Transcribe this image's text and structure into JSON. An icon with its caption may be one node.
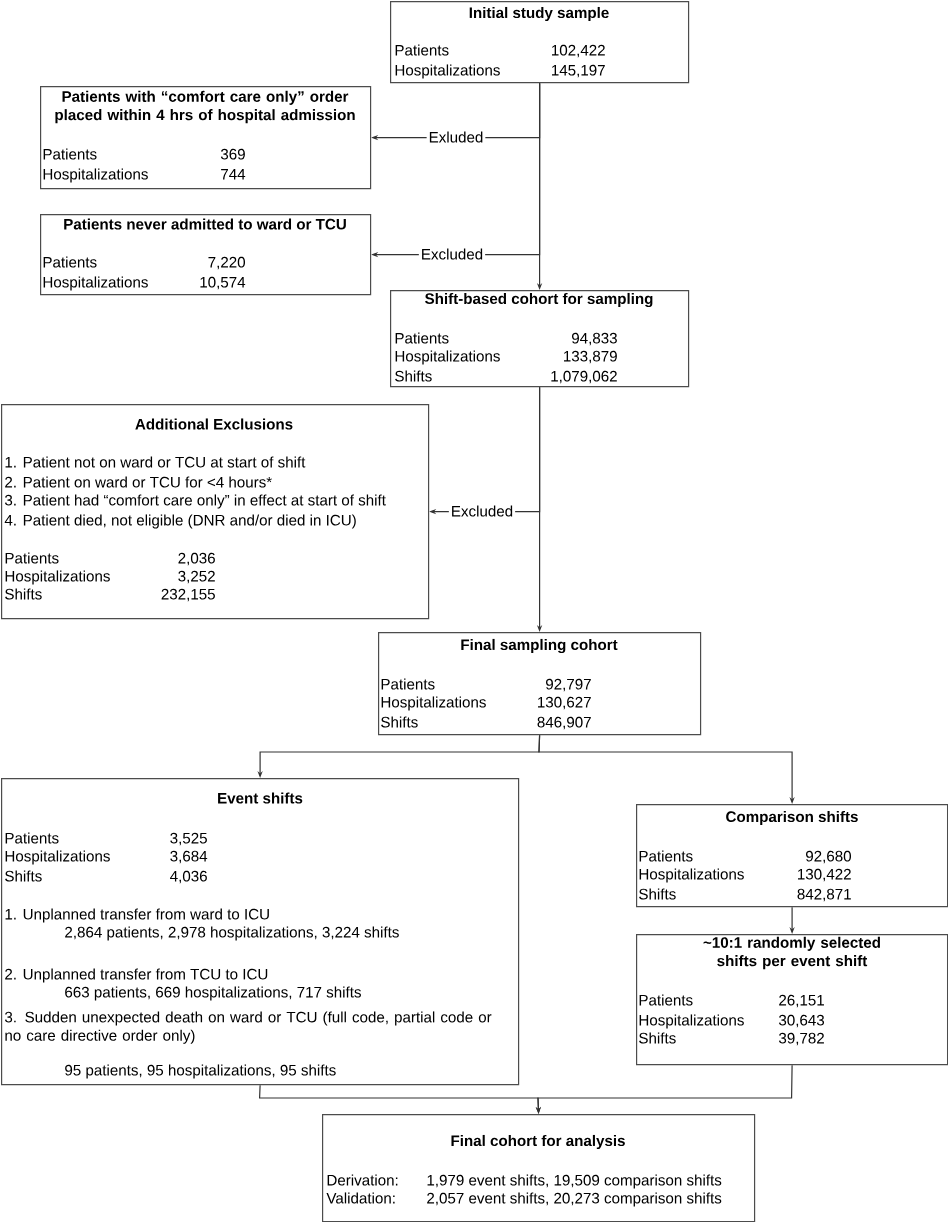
{
  "diagram": {
    "nodes": [
      {
        "text": [
          "Initial study sample",
          "Patients",
          "102,422",
          "Hospitalizations",
          "145,197"
        ]
      },
      {
        "text": [
          "Patients with “comfort care only” order placed within 4 hrs of hospital admission",
          "Patients",
          "369",
          "Hospitalizations",
          "744"
        ]
      },
      {
        "text": [
          "Patients never admitted to ward or TCU",
          "Patients",
          "7,220",
          "Hospitalizations",
          "10,574"
        ]
      },
      {
        "text": [
          "Shift-based cohort for sampling",
          "Patients",
          "94,833",
          "Hospitalizations",
          "133,879",
          "Shifts",
          "1,079,062"
        ]
      },
      {
        "text": [
          "Additional Exclusions",
          "1.  Patient not on ward or TCU at start of shift",
          "2.  Patient on ward or TCU for <4 hours*",
          "3.  Patient had “comfort care only” in effect at start of shift",
          "4.  Patient died, not eligible (DNR and/or died in ICU)",
          "Patients",
          "2,036",
          "Hospitalizations",
          "3,252",
          "Shifts",
          "232,155"
        ]
      },
      {
        "text": [
          "Final sampling cohort",
          "Patients",
          "92,797",
          "Hospitalizations",
          "130,627",
          "Shifts",
          "846,907"
        ]
      },
      {
        "text": [
          "Event shifts",
          "Patients",
          "3,525",
          "Hospitalizations",
          "3,684",
          "Shifts",
          "4,036",
          "1.  Unplanned transfer from ward to ICU",
          "2,864 patients, 2,978 hospitalizations, 3,224 shifts",
          "2.  Unplanned transfer from TCU to ICU",
          "663 patients, 669 hospitalizations, 717 shifts",
          "3.  Sudden unexpected death on ward or TCU (full code, partial code or no care directive order only)",
          "95 patients, 95 hospitalizations, 95 shifts"
        ]
      },
      {
        "text": [
          "Comparison shifts",
          "Patients",
          "92,680",
          "Hospitalizations",
          "130,422",
          "Shifts",
          "842,871"
        ]
      },
      {
        "text": [
          "~10:1 randomly selected shifts per event shift",
          "Patients",
          "26,151",
          "Hospitalizations",
          "30,643",
          "Shifts",
          "39,782"
        ]
      },
      {
        "text": [
          "Final cohort for analysis",
          "Derivation:",
          "1,979 event shifts, 19,509 comparison shifts",
          "Validation:",
          "2,057 event shifts, 20,273 comparison shifts"
        ]
      }
    ],
    "edges": [
      {
        "from": 0,
        "to": 1,
        "arrow": "to",
        "label": "Exluded"
      },
      {
        "from": 0,
        "to": 2,
        "arrow": "to",
        "label": "Excluded"
      },
      {
        "from": 0,
        "to": 3,
        "arrow": "to"
      },
      {
        "from": 3,
        "to": 4,
        "arrow": "to",
        "label": "Excluded"
      },
      {
        "from": 3,
        "to": 5,
        "arrow": "to"
      },
      {
        "from": 5,
        "to": 6,
        "arrow": "to"
      },
      {
        "from": 5,
        "to": 7,
        "arrow": "to"
      },
      {
        "from": 7,
        "to": 8,
        "arrow": "to"
      },
      {
        "from": 6,
        "to": 9,
        "arrow": "to"
      },
      {
        "from": 8,
        "to": 9,
        "arrow": "to"
      }
    ]
  }
}
